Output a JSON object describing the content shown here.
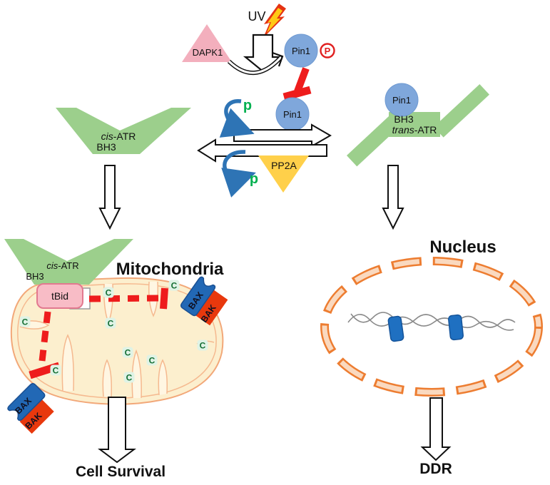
{
  "labels": {
    "uv": "UV",
    "dapk1": "DAPK1",
    "pin1": "Pin1",
    "phospho": "P",
    "phosphate": "p",
    "pp2a": "PP2A",
    "cis": "cis",
    "trans": "trans",
    "atr": "-ATR",
    "bh3": "BH3"
  },
  "mitochondria": {
    "title": "Mitochondria",
    "tbid": "tBid",
    "bax": "BAX",
    "bak": "BAK",
    "cytochrome_c": "C",
    "outcome": "Cell Survival"
  },
  "nucleus": {
    "title": "Nucleus",
    "outcome": "DDR"
  },
  "colors": {
    "pathway_green": "#9CCF8C",
    "dapk1_pink": "#F3AFBD",
    "pin1_blue": "#7FA7DB",
    "pp2a_yellow": "#FFD04A",
    "inhibit_red": "#EE1C1C",
    "phosphate_green": "#00B050",
    "arrow_blue": "#2E74B5",
    "tbid_pink": "#F8BCC6",
    "mito_fill": "#FCEFCE",
    "mito_stroke": "#F2A879",
    "nucleus_orange": "#ED7D31",
    "nucleus_dash_fill": "#FAD9BF",
    "bax_blue": "#2268B5",
    "bak_red": "#E8380D"
  }
}
